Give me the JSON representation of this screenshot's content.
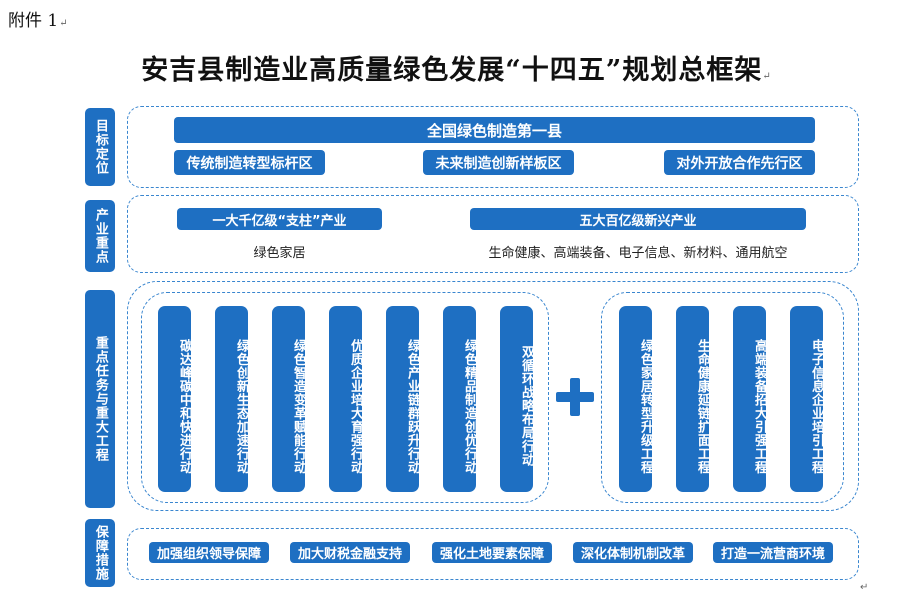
{
  "annex_label": "附件 1",
  "title": "安吉县制造业高质量绿色发展“十四五”规划总框架",
  "rows": {
    "goal": {
      "label": "目标定位",
      "main": "全国绿色制造第一县",
      "items": [
        "传统制造转型标杆区",
        "未来制造创新样板区",
        "对外开放合作先行区"
      ]
    },
    "industry": {
      "label": "产业重点",
      "left_header": "一大千亿级“支柱”产业",
      "left_text": "绿色家居",
      "right_header": "五大百亿级新兴产业",
      "right_text": "生命健康、高端装备、电子信息、新材料、通用航空"
    },
    "tasks": {
      "label": "重点任务与重大工程",
      "actions": [
        "碳达峰碳中和快进行动",
        "绿色创新生态加速行动",
        "绿色智造变革赋能行动",
        "优质企业培大育强行动",
        "绿色产业链群跃升行动",
        "绿色精品制造创优行动",
        "双循环战略布局行动"
      ],
      "projects": [
        "绿色家居转型升级工程",
        "生命健康延链扩面工程",
        "高端装备招大引强工程",
        "电子信息企业培引工程"
      ]
    },
    "guarantee": {
      "label": "保障措施",
      "items": [
        "加强组织领导保障",
        "加大财税金融支持",
        "强化土地要素保障",
        "深化体制机制改革",
        "打造一流营商环境"
      ]
    }
  },
  "colors": {
    "primary": "#1e6fc2",
    "dash": "#3a86cf"
  }
}
